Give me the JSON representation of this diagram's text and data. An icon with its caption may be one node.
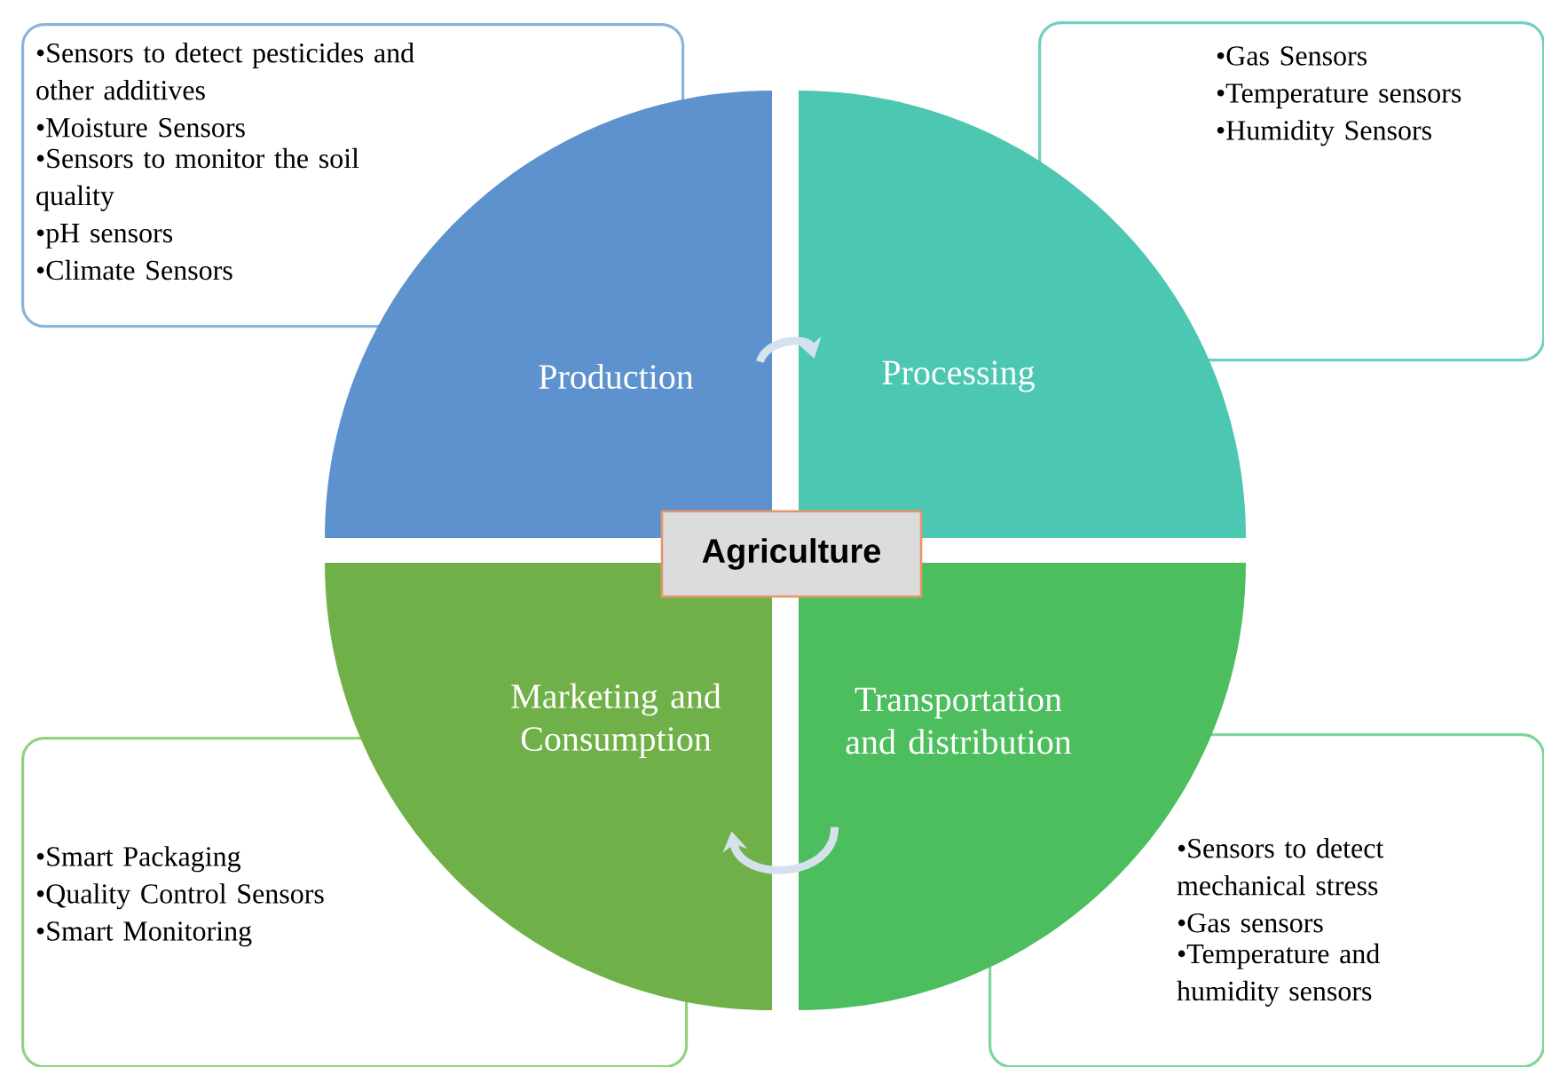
{
  "diagram": {
    "nodes": [
      {
        "text": [
          "•Sensors to detect pesticides and other additives",
          "•Moisture Sensors",
          "•Sensors to monitor the soil quality",
          "•pH sensors",
          "•Climate Sensors"
        ]
      },
      {
        "text": [
          "•Gas Sensors",
          "•Temperature sensors",
          "•Humidity Sensors"
        ]
      },
      {
        "text": [
          "Production"
        ]
      },
      {
        "text": [
          "Processing"
        ]
      },
      {
        "text": [
          "Agriculture"
        ]
      },
      {
        "text": [
          "Marketing and Consumption"
        ]
      },
      {
        "text": [
          "Transportation and distribution"
        ]
      },
      {
        "text": [
          "•Smart Packaging",
          "•Quality Control Sensors",
          "•Smart Monitoring"
        ]
      },
      {
        "text": [
          "•Sensors to detect mechanical stress",
          "•Gas sensors",
          "•Temperature and humidity sensors"
        ]
      }
    ],
    "edges": [
      {
        "from": 2,
        "to": 3,
        "arrow": "to"
      },
      {
        "from": 6,
        "to": 5,
        "arrow": "to"
      }
    ]
  }
}
